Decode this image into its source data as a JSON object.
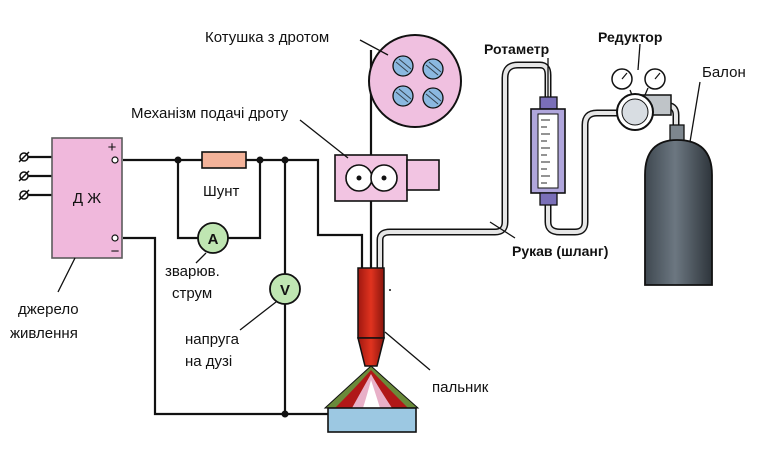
{
  "labels": {
    "reel": "Котушка з дротом",
    "rotameter": "Ротаметр",
    "reducer": "Редуктор",
    "cylinder": "Балон",
    "feeder": "Механізм подачі дроту",
    "shunt": "Шунт",
    "power_source_box": "Д Ж",
    "power_source_l1": "джерело",
    "power_source_l2": "живлення",
    "current_l1": "зварюв.",
    "current_l2": "струм",
    "voltage_l1": "напруга",
    "voltage_l2": "на дузі",
    "hose": "Рукав (шланг)",
    "torch": "пальник"
  },
  "meters": {
    "ammeter": "A",
    "voltmeter": "V"
  },
  "terminals": {
    "plus": "+",
    "minus": "−"
  },
  "colors": {
    "power_box": "#f0b8dc",
    "shunt": "#f4b39a",
    "meter": "#bfe6b2",
    "feeder": "#f2c4e2",
    "reel": "#f0c0e0",
    "reel_holes": "#8bb8e0",
    "torch": "#d42a1a",
    "cylinder": "#5d6872",
    "rotameter": "#9c90d0",
    "workpiece": "#9cc8e2",
    "flame": "#b01818"
  }
}
